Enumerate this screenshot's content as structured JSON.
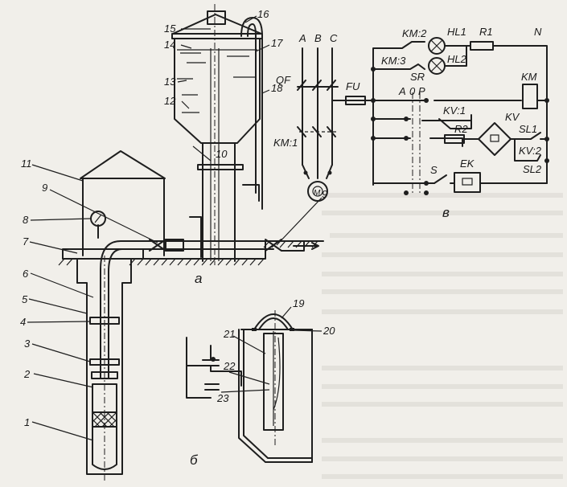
{
  "figure": {
    "panels": {
      "a": "а",
      "b": "б",
      "v": "в"
    },
    "callouts": [
      "1",
      "2",
      "3",
      "4",
      "5",
      "6",
      "7",
      "8",
      "9",
      "10",
      "11",
      "12",
      "13",
      "14",
      "15",
      "16",
      "17",
      "18",
      "19",
      "20",
      "21",
      "22",
      "23"
    ],
    "circuit": {
      "phase_a": "A",
      "phase_b": "B",
      "phase_c": "C",
      "qf": "QF",
      "fu": "FU",
      "km1": "KM:1",
      "motor": "M",
      "km2": "KM:2",
      "km3": "KM:3",
      "hl1": "HL1",
      "hl2": "HL2",
      "r1": "R1",
      "n": "N",
      "sr": "SR",
      "mode_a": "A",
      "mode_0": "0",
      "mode_p": "P",
      "km": "KM",
      "kv1": "KV:1",
      "r2": "R2",
      "kv": "KV",
      "sl1": "SL1",
      "kv2": "KV:2",
      "sl2": "SL2",
      "s": "S",
      "ek": "EK"
    }
  }
}
